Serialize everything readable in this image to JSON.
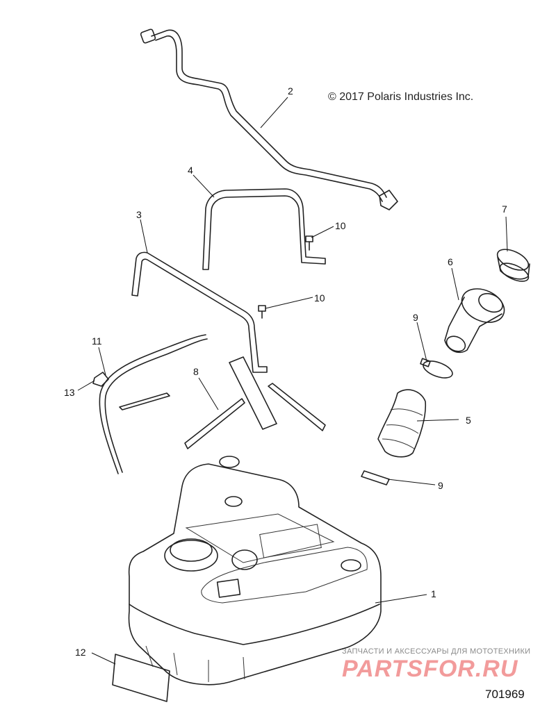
{
  "copyright": "© 2017 Polaris Industries Inc.",
  "document_number": "701969",
  "watermark": {
    "tagline": "ЗАПЧАСТИ И АКСЕССУАРЫ ДЛЯ МОТОТЕХНИКИ",
    "logo": "PARTSFOR.RU"
  },
  "callouts": {
    "c1": "1",
    "c2": "2",
    "c3": "3",
    "c4": "4",
    "c5": "5",
    "c6": "6",
    "c7": "7",
    "c8": "8",
    "c9a": "9",
    "c9b": "9",
    "c10a": "10",
    "c10b": "10",
    "c11": "11",
    "c12": "12",
    "c13": "13"
  }
}
